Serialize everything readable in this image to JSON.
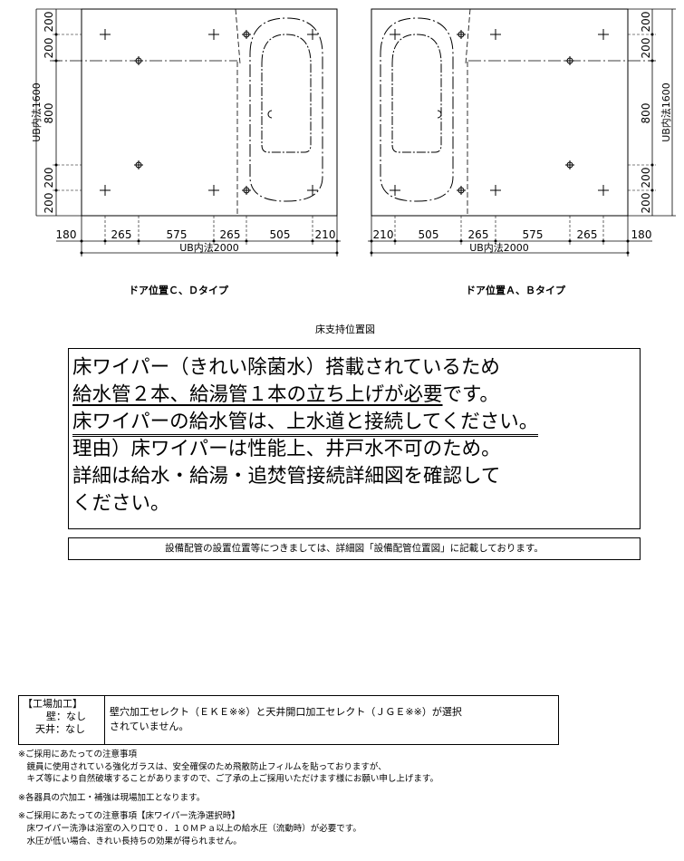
{
  "left_diagram": {
    "dims_left": [
      "200",
      "200",
      "800",
      "200",
      "200"
    ],
    "ub_height_label": "UB内法1600",
    "dims_bottom": [
      "180",
      "265",
      "575",
      "265",
      "505",
      "210"
    ],
    "ub_width_label": "UB内法2000",
    "caption": "ドア位置Ｃ、Ｄタイプ"
  },
  "right_diagram": {
    "dims_right": [
      "200",
      "200",
      "800",
      "200",
      "200"
    ],
    "ub_height_label": "UB内法1600",
    "dims_bottom": [
      "210",
      "505",
      "265",
      "575",
      "265",
      "180"
    ],
    "ub_width_label": "UB内法2000",
    "caption": "ドア位置Ａ、Ｂタイプ"
  },
  "figure_title": "床支持位置図",
  "notice": {
    "line1": "床ワイパー（きれい除菌水）搭載されているため",
    "line2_underlined": "給水管２本、給湯管１本の立ち上げが必要",
    "line2_rest": "です。",
    "line3": "床ワイパーの給水管は、上水道と接続してください。",
    "line4": "理由）床ワイパーは性能上、井戸水不可のため。",
    "line5": "詳細は給水・給湯・追焚管接続詳細図を確認して",
    "line6": "ください。"
  },
  "reference_note": "設備配管の設置位置等につきましては、詳細図「設備配管位置図」に記載しております。",
  "factory_processing": {
    "title": "【工場加工】",
    "wall": "壁：なし",
    "ceiling": "天井：なし",
    "text1": "壁穴加工セレクト（ＥＫＥ※※）と天井開口加工セレクト（ＪＧＥ※※）が選択",
    "text2": "されていません。"
  },
  "notes": [
    "※ご採用にあたっての注意事項",
    "　鏡員に使用されている強化ガラスは、安全確保のため飛散防止フィルムを貼っておりますが、",
    "　キズ等により自然破壊することがありますので、ご了承の上ご採用いただけます様にお願い申し上げます。",
    "",
    "※各器具の穴加工・補強は現場加工となります。",
    "",
    "※ご採用にあたっての注意事項【床ワイパー洗浄選択時】",
    "　床ワイパー洗浄は浴室の入り口で０．１０ＭＰａ以上の給水圧（流動時）が必要です。",
    "　水圧が低い場合、きれい長持ちの効果が得られません。"
  ]
}
